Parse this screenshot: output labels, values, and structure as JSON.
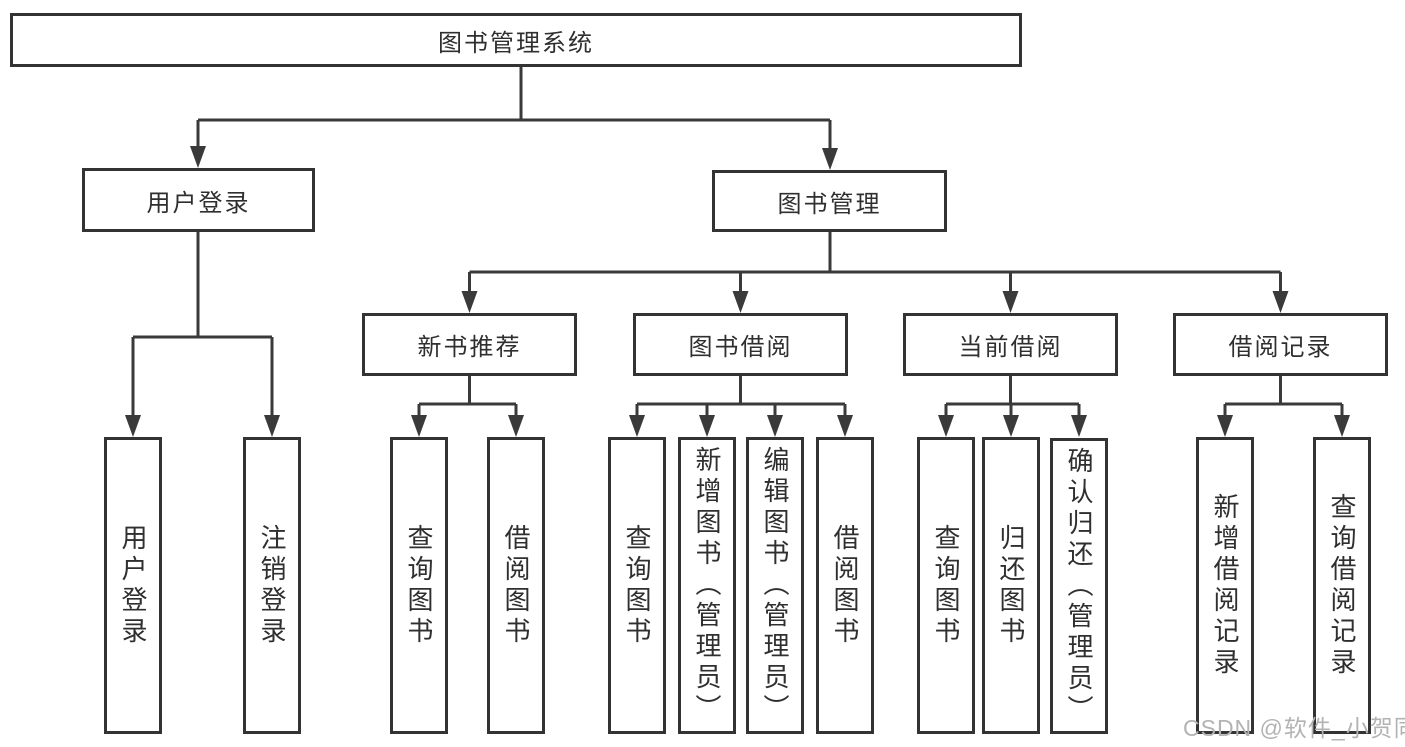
{
  "diagram_type": "functional-structure-tree",
  "tree": {
    "label": "图书管理系统",
    "children": [
      {
        "label": "用户登录",
        "children": [
          {
            "label": "用户登录"
          },
          {
            "label": "注销登录"
          }
        ]
      },
      {
        "label": "图书管理",
        "children": [
          {
            "label": "新书推荐",
            "children": [
              {
                "label": "查询图书"
              },
              {
                "label": "借阅图书"
              }
            ]
          },
          {
            "label": "图书借阅",
            "children": [
              {
                "label": "查询图书"
              },
              {
                "label": "新增图书（管理员）"
              },
              {
                "label": "编辑图书（管理员）"
              },
              {
                "label": "借阅图书"
              }
            ]
          },
          {
            "label": "当前借阅",
            "children": [
              {
                "label": "查询图书"
              },
              {
                "label": "归还图书"
              },
              {
                "label": "确认归还（管理员）"
              }
            ]
          },
          {
            "label": "借阅记录",
            "children": [
              {
                "label": "新增借阅记录"
              },
              {
                "label": "查询借阅记录"
              }
            ]
          }
        ]
      }
    ]
  },
  "watermark": {
    "text": "CSDN @软件_小贺同学"
  },
  "colors": {
    "line": "#3a3a3a",
    "border": "#333333",
    "text": "#2f2f2f",
    "watermark": "#b3b3b3",
    "background": "#ffffff"
  }
}
